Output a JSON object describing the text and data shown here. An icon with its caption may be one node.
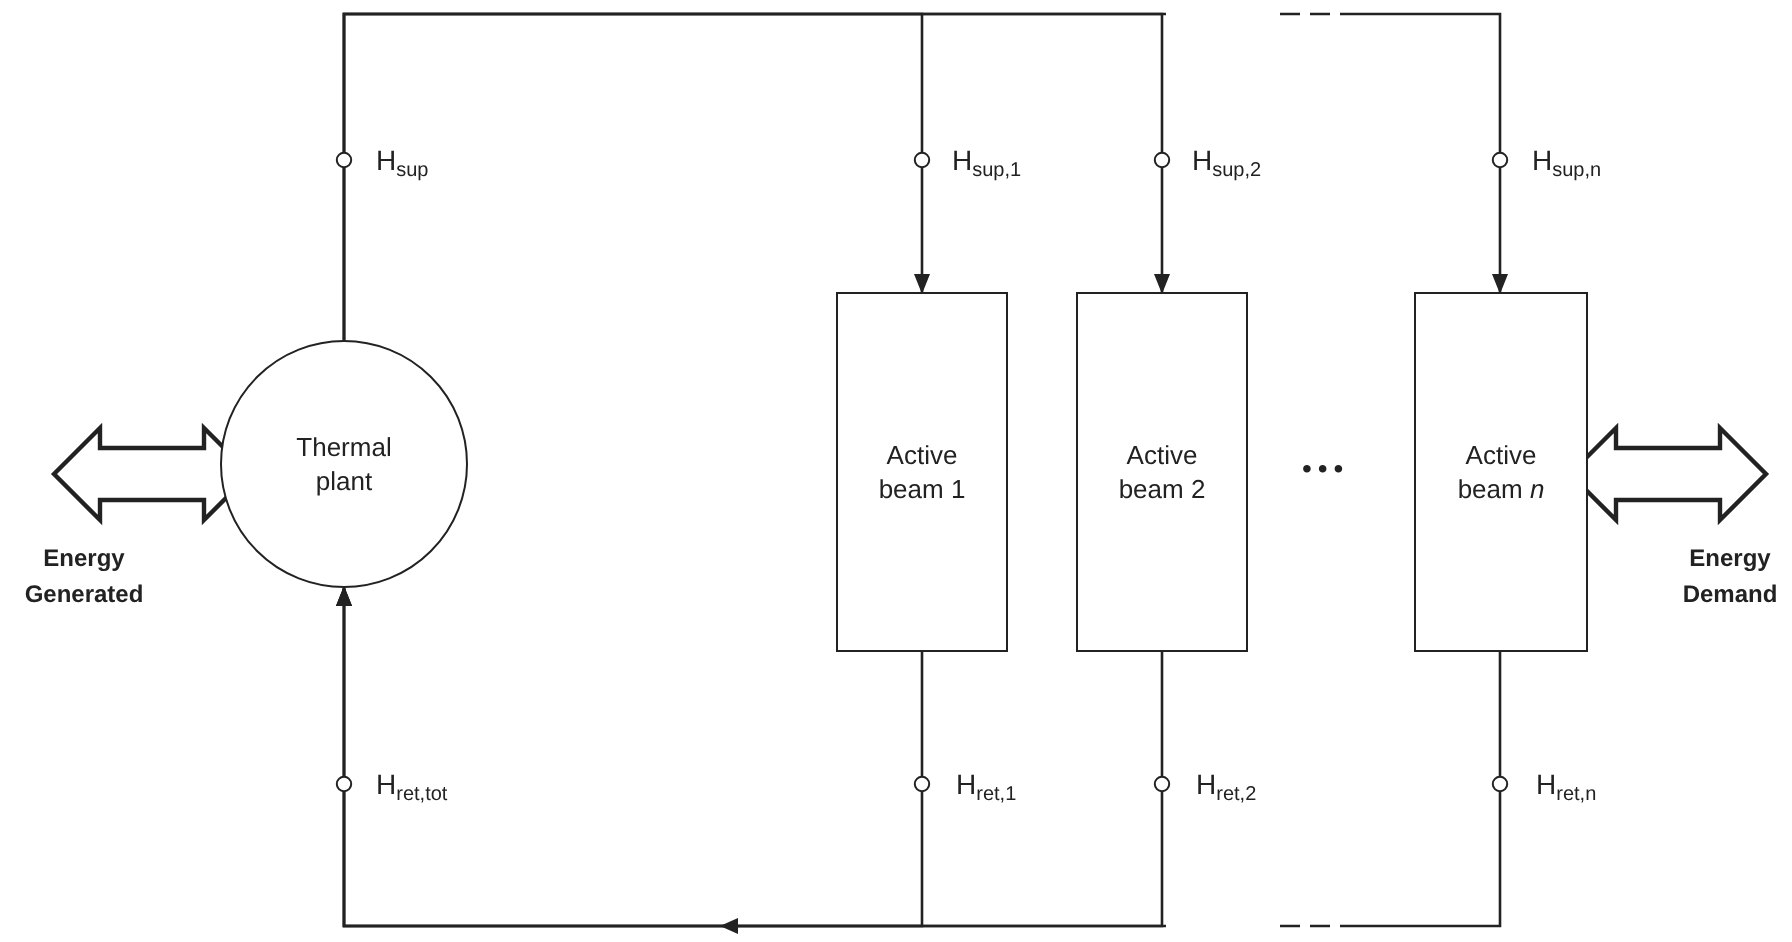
{
  "diagram": {
    "nodes": [
      {
        "text": [
          "Thermal plant"
        ]
      },
      {
        "text": [
          "Active beam 1"
        ]
      },
      {
        "text": [
          "Active beam 2"
        ]
      },
      {
        "text": [
          "Active beam *n*"
        ]
      }
    ],
    "edges": [
      {
        "from": 0,
        "to": 1,
        "arrow": "to"
      },
      {
        "from": 0,
        "to": 2,
        "arrow": "to"
      },
      {
        "from": 0,
        "to": 3,
        "arrow": "to"
      },
      {
        "from": 1,
        "to": 0,
        "arrow": "to"
      },
      {
        "from": 2,
        "to": 0,
        "arrow": "to"
      },
      {
        "from": 3,
        "to": 0,
        "arrow": "to"
      },
      {
        "from": null,
        "to": 0,
        "arrow": "both",
        "style": "thick"
      },
      {
        "from": 3,
        "to": null,
        "arrow": "both",
        "style": "thick"
      }
    ],
    "labels": [
      "H$_{sup}$",
      "H$_{sup,1}$",
      "H$_{sup,2}$",
      "H$_{sup,n}$",
      "Energy Generated",
      "•••",
      "Energy Demand",
      "H$_{ret,tot}$",
      "H$_{ret,1}$",
      "H$_{ret,2}$",
      "H$_{ret,n}$"
    ]
  }
}
